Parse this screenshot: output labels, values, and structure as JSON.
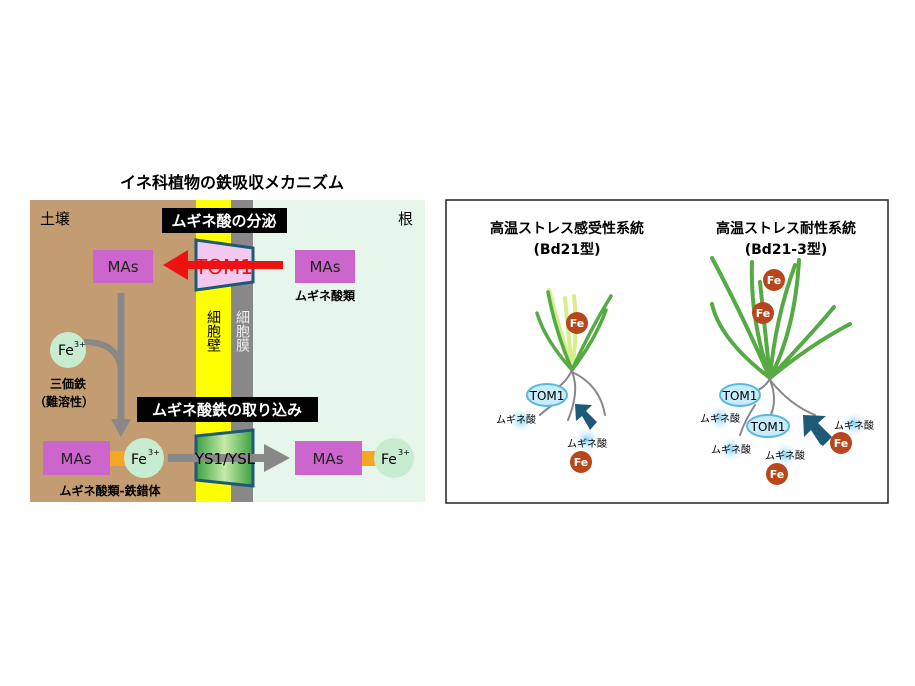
{
  "left_panel": {
    "title": "イネ科植物の鉄吸収メカニズム",
    "soil_label": "土壌",
    "root_label": "根",
    "secretion_label": "ムギネ酸の分泌",
    "uptake_label": "ムギネ酸鉄の取り込み",
    "mas": "MAs",
    "tom1": "TOM1",
    "mugineic_acids": "ムギネ酸類",
    "cell_wall": "細胞壁",
    "cell_membrane": "細胞膜",
    "fe": "Fe",
    "fe_charge": "3+",
    "ferric_iron": "三価鉄",
    "insoluble": "（難溶性）",
    "transporter": "YS1/YSL",
    "complex_label": "ムギネ酸類-鉄錯体"
  },
  "right_panel": {
    "sensitive": {
      "title": "高温ストレス感受性系統",
      "subtitle": "(Bd21型)"
    },
    "tolerant": {
      "title": "高温ストレス耐性系統",
      "subtitle": "(Bd21-3型)"
    },
    "tom1": "TOM1",
    "mugineic_acid": "ムギネ酸",
    "fe": "Fe"
  },
  "colors": {
    "soil": "#c49c72",
    "root": "#e6f6ea",
    "cell_wall": "#ffff00",
    "membrane": "#888888",
    "mas": "#cc66cc",
    "fe_light": "#c8ecd0",
    "fe_dark": "#b8461c",
    "arrow_red": "#ee1111",
    "arrow_blue": "#1d5a78",
    "leaf": "#55aa44"
  }
}
